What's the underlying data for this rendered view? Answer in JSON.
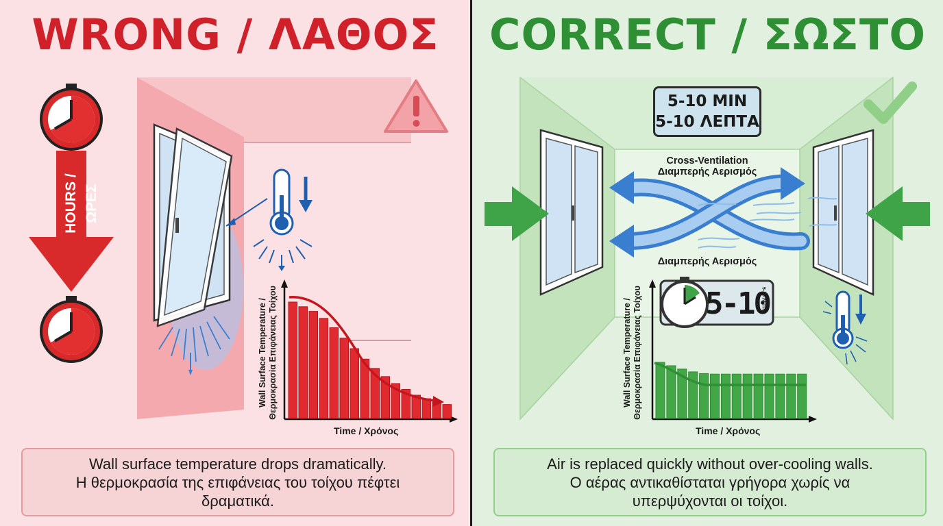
{
  "left": {
    "title": "WRONG / ΛΑΘΟΣ",
    "duration_label": "HOURS / ΩΡΕΣ",
    "chart": {
      "ylabel_en": "Wall Surface Temperature /",
      "ylabel_gr": "Θερμοκρασία Επιφάνειας Τοίχου",
      "xlabel": "Time / Χρόνος"
    },
    "caption": {
      "line1": "Wall surface temperature drops dramatically.",
      "line2": "Η θερμοκρασία της επιφάνειας του τοίχου πέφτει",
      "line3": "δραματικά."
    },
    "icons": [
      "clock-icon",
      "down-arrow-icon",
      "warning-icon",
      "thermometer-icon",
      "window-icon"
    ],
    "accent": "#d0202a"
  },
  "right": {
    "title": "CORRECT / ΣΩΣΤΟ",
    "duration": {
      "line1": "5-10 MIN",
      "line2": "5-10 ΛΕΠΤΑ"
    },
    "airflow_label_en": "Cross-Ventilation",
    "airflow_label_gr": "Διαμπερής Αερισμός",
    "airflow_label_gr_bottom": "Διαμπερής Αερισμός",
    "timer": {
      "digits": "5-10",
      "small": "5-10 ΛΕΠΤΑ"
    },
    "chart": {
      "ylabel_en": "Wall Surface Temperature /",
      "ylabel_gr": "Θερμοκρασία Επιφάνειας Τοίχου",
      "xlabel": "Time / Χρόνος"
    },
    "caption": {
      "line1": "Air is replaced quickly without over-cooling walls.",
      "line2": "Ο αέρας αντικαθίσταται γρήγορα χωρίς να",
      "line3": "υπερψύχονται οι τοίχοι."
    },
    "icons": [
      "check-icon",
      "timer-icon",
      "thermometer-icon",
      "window-icon",
      "arrow-in-icon"
    ],
    "accent": "#2f8f35"
  },
  "chart_data": [
    {
      "type": "bar",
      "series": [
        {
          "values": [
            100,
            96,
            92,
            86,
            78,
            69,
            60,
            51,
            43,
            36,
            30,
            25,
            20,
            17,
            14,
            12
          ]
        }
      ],
      "trend": "decreasing"
    },
    {
      "type": "bar",
      "series": [
        {
          "values": [
            100,
            94,
            88,
            83,
            80,
            79,
            79,
            79,
            79,
            79,
            79,
            79,
            79,
            79
          ]
        }
      ],
      "trend": "drops then levels off"
    }
  ]
}
